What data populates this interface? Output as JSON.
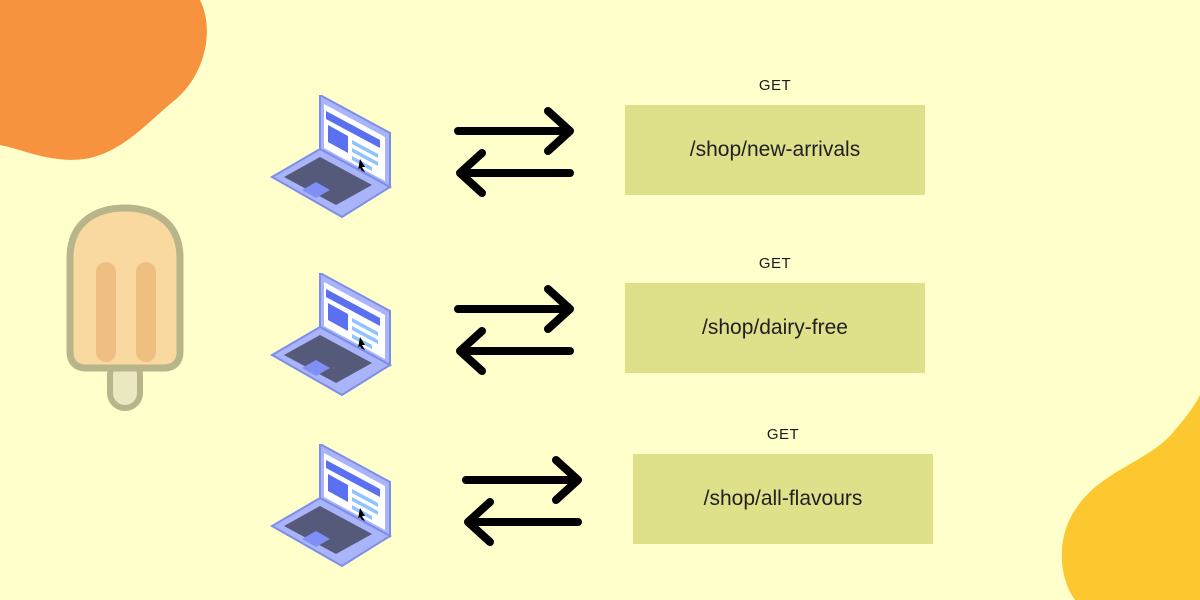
{
  "colors": {
    "background": "#ffffcc",
    "blob_orange": "#f7923e",
    "blob_yellow": "#fdc82f",
    "route_box": "#dfe08a",
    "laptop": "#a9b4fb",
    "laptop_screen": "#5a70f0",
    "arrow": "#000000",
    "popsicle": "#f9d9a0"
  },
  "icons": {
    "client": "laptop-icon",
    "exchange": "request-response-arrows-icon",
    "decoration": "popsicle-icon"
  },
  "requests": [
    {
      "method": "GET",
      "path": "/shop/new-arrivals"
    },
    {
      "method": "GET",
      "path": "/shop/dairy-free"
    },
    {
      "method": "GET",
      "path": "/shop/all-flavours"
    }
  ]
}
